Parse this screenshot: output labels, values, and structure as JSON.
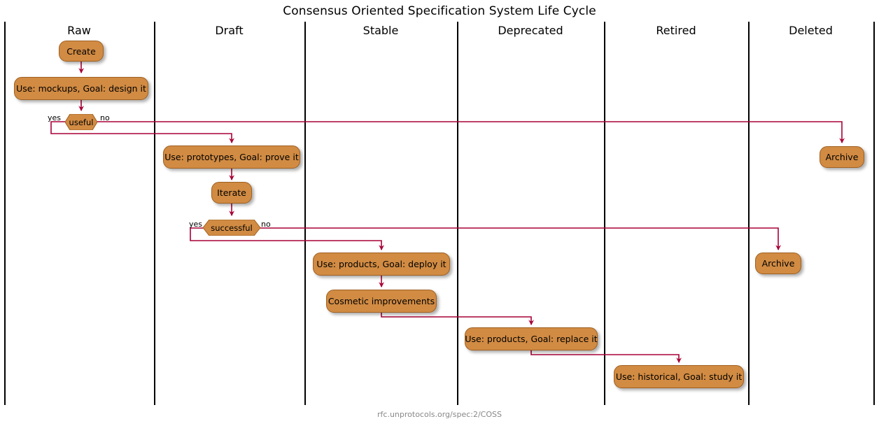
{
  "diagram": {
    "title": "Consensus Oriented Specification System Life Cycle",
    "footer": "rfc.unprotocols.org/spec:2/COSS",
    "colors": {
      "node_fill": "#D18B43",
      "node_stroke": "#A06020",
      "connector": "#A80036",
      "lane_line": "#000000",
      "background": "#FFFFFF",
      "footer_text": "#888888"
    }
  },
  "lanes": [
    {
      "id": "raw",
      "label": "Raw"
    },
    {
      "id": "draft",
      "label": "Draft"
    },
    {
      "id": "stable",
      "label": "Stable"
    },
    {
      "id": "deprecated",
      "label": "Deprecated"
    },
    {
      "id": "retired",
      "label": "Retired"
    },
    {
      "id": "deleted",
      "label": "Deleted"
    }
  ],
  "nodes": [
    {
      "id": "create",
      "lane": "raw",
      "kind": "activity",
      "label": "Create"
    },
    {
      "id": "raw-use",
      "lane": "raw",
      "kind": "activity",
      "label": "Use: mockups, Goal: design it"
    },
    {
      "id": "useful",
      "lane": "raw",
      "kind": "decision",
      "label": "useful"
    },
    {
      "id": "draft-use",
      "lane": "draft",
      "kind": "activity",
      "label": "Use: prototypes, Goal: prove it"
    },
    {
      "id": "iterate",
      "lane": "draft",
      "kind": "activity",
      "label": "Iterate"
    },
    {
      "id": "successful",
      "lane": "draft",
      "kind": "decision",
      "label": "successful"
    },
    {
      "id": "stable-use",
      "lane": "stable",
      "kind": "activity",
      "label": "Use: products, Goal: deploy it"
    },
    {
      "id": "cosmetic",
      "lane": "stable",
      "kind": "activity",
      "label": "Cosmetic improvements"
    },
    {
      "id": "depr-use",
      "lane": "deprecated",
      "kind": "activity",
      "label": "Use: products, Goal: replace it"
    },
    {
      "id": "retired-use",
      "lane": "retired",
      "kind": "activity",
      "label": "Use: historical, Goal: study it"
    },
    {
      "id": "retired-arch",
      "lane": "retired",
      "kind": "activity",
      "label": "Archive"
    },
    {
      "id": "deleted-arch",
      "lane": "deleted",
      "kind": "activity",
      "label": "Archive"
    }
  ],
  "edge_labels": [
    {
      "id": "useful-yes",
      "label": "yes"
    },
    {
      "id": "useful-no",
      "label": "no"
    },
    {
      "id": "successful-yes",
      "label": "yes"
    },
    {
      "id": "successful-no",
      "label": "no"
    }
  ]
}
